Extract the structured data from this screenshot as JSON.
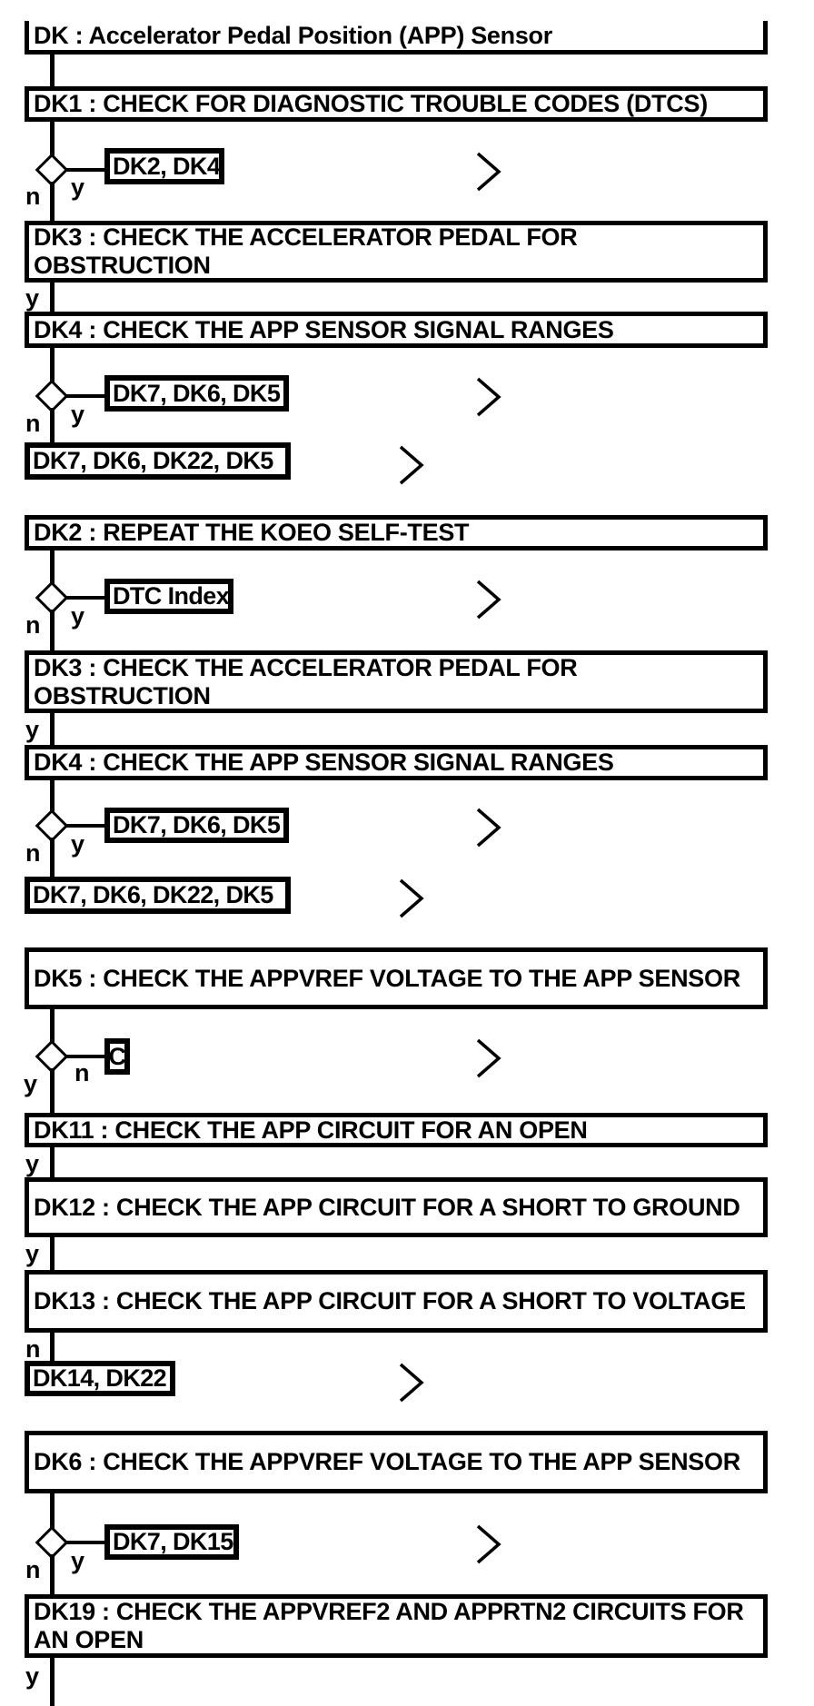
{
  "diagram": {
    "title": "DK : Accelerator Pedal Position (APP) Sensor",
    "procedure_boxes": {
      "dk": "DK : Accelerator Pedal Position (APP) Sensor",
      "dk1": "DK1 : CHECK FOR DIAGNOSTIC TROUBLE CODES (DTCS)",
      "dk2": "DK2 : REPEAT THE KOEO SELF-TEST",
      "dk3": "DK3 : CHECK THE ACCELERATOR PEDAL FOR OBSTRUCTION",
      "dk4": "DK4 : CHECK THE APP SENSOR SIGNAL RANGES",
      "dk5": "DK5 : CHECK THE APPVREF VOLTAGE TO THE APP SENSOR",
      "dk6": "DK6 : CHECK THE APPVREF VOLTAGE TO THE APP SENSOR",
      "dk11": "DK11 : CHECK THE APP CIRCUIT FOR AN OPEN",
      "dk12": "DK12 : CHECK THE APP CIRCUIT FOR A SHORT TO GROUND",
      "dk13": "DK13 : CHECK THE APP CIRCUIT FOR A SHORT TO VOLTAGE",
      "dk19": "DK19 : CHECK THE APPVREF2 AND APPRTN2 CIRCUITS FOR AN OPEN"
    },
    "branch_boxes": {
      "dk2_dk4": "DK2, DK4",
      "dk7_dk6_dk5": "DK7, DK6, DK5",
      "dk7_dk6_dk22_dk5": "DK7, DK6, DK22, DK5",
      "dtc_index": "DTC Index",
      "c": "C",
      "dk14_dk22": "DK14, DK22",
      "dk7_dk15": "DK7, DK15"
    },
    "labels": {
      "yes": "y",
      "no": "n"
    },
    "colors": {
      "line": "#000000",
      "background": "#ffffff"
    }
  }
}
